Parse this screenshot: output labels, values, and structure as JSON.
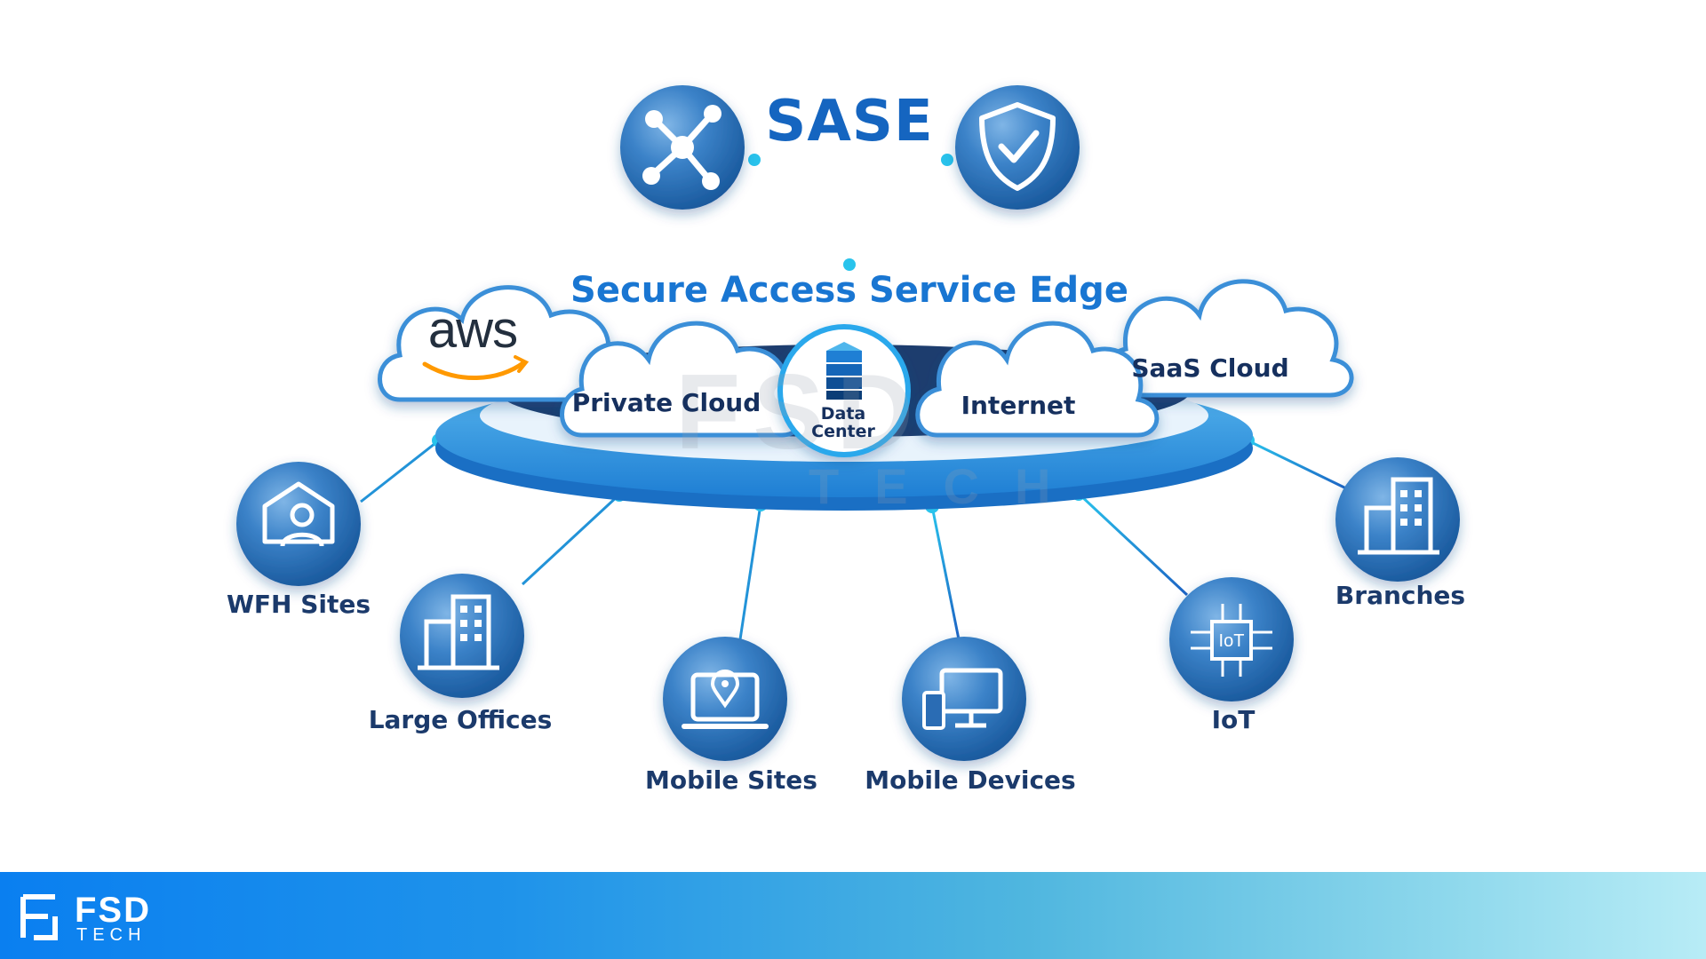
{
  "title": "SASE",
  "subtitle": "Secure Access Service Edge",
  "clouds": {
    "aws": "aws",
    "private": "Private Cloud",
    "data_center": "Data Center",
    "internet": "Internet",
    "saas": "SaaS Cloud"
  },
  "top_icons": [
    "network-hub-icon",
    "shield-check-icon"
  ],
  "nodes": [
    {
      "label": "WFH Sites",
      "icon": "home-worker-icon"
    },
    {
      "label": "Large Offices",
      "icon": "office-building-icon"
    },
    {
      "label": "Mobile Sites",
      "icon": "laptop-location-icon"
    },
    {
      "label": "Mobile Devices",
      "icon": "devices-icon"
    },
    {
      "label": "IoT",
      "icon": "iot-chip-icon"
    },
    {
      "label": "Branches",
      "icon": "branch-building-icon"
    }
  ],
  "watermark": {
    "main": "FSD",
    "sub": "TECH"
  },
  "footer": {
    "brand": "FSD",
    "sub": "TECH"
  },
  "colors": {
    "primary": "#1565c0",
    "accent": "#29c3ec",
    "node": "#2a74bd",
    "text": "#1b3a6b"
  }
}
